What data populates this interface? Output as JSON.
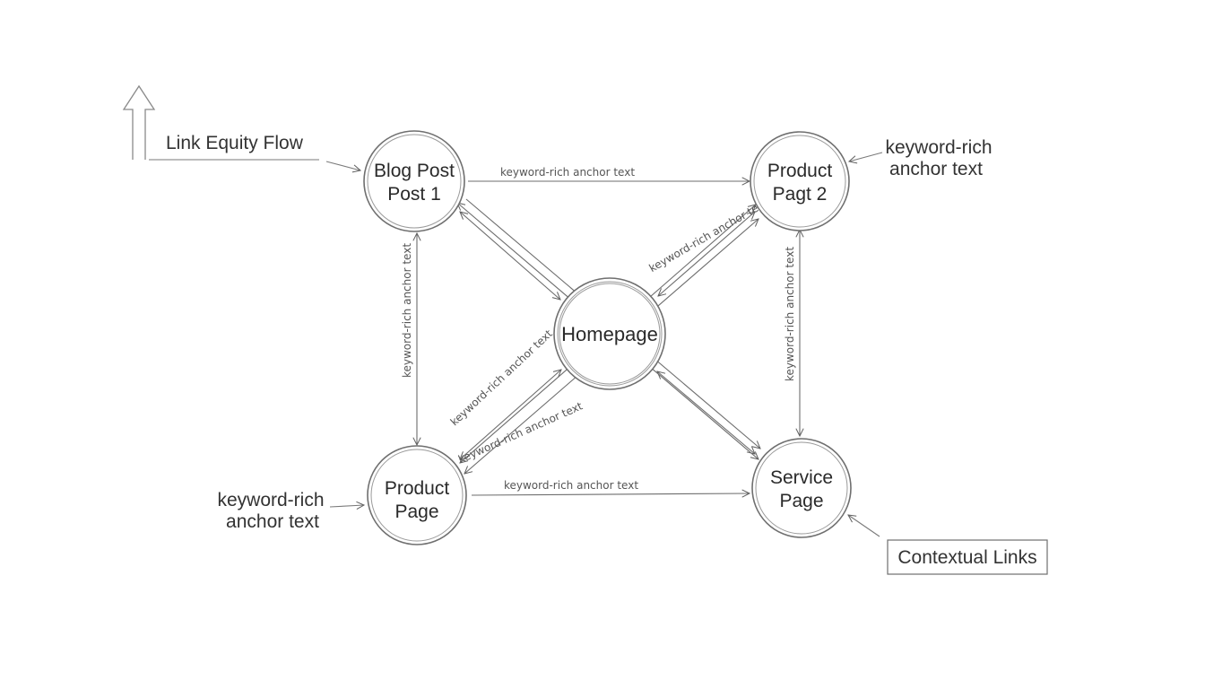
{
  "nodes": {
    "blog_post": {
      "line1": "Blog Post",
      "line2": "Post 1"
    },
    "product_top": {
      "line1": "Product",
      "line2": "Pagt 2"
    },
    "homepage": {
      "label": "Homepage"
    },
    "product_bottom": {
      "line1": "Product",
      "line2": "Page"
    },
    "service": {
      "line1": "Service",
      "line2": "Page"
    }
  },
  "edge_labels": {
    "top": "keyword-rich anchor text",
    "bottom": "keyword-rich anchor text",
    "left_vertical": "keyword-rich anchor text",
    "right_vertical": "keyword-rich anchor text",
    "hub_to_product_top": "keyword-rich anchor text",
    "hub_to_product_bottom": "keyword-rich anchor text",
    "diag_product_bottom_to_product_top": "keyword-rich anchor text"
  },
  "callouts": {
    "link_equity_flow": "Link Equity Flow",
    "top_right": {
      "line1": "keyword-rich",
      "line2": "anchor text"
    },
    "bottom_left": {
      "line1": "keyword-rich",
      "line2": "anchor text"
    }
  },
  "legend": {
    "label": "Contextual Links"
  }
}
